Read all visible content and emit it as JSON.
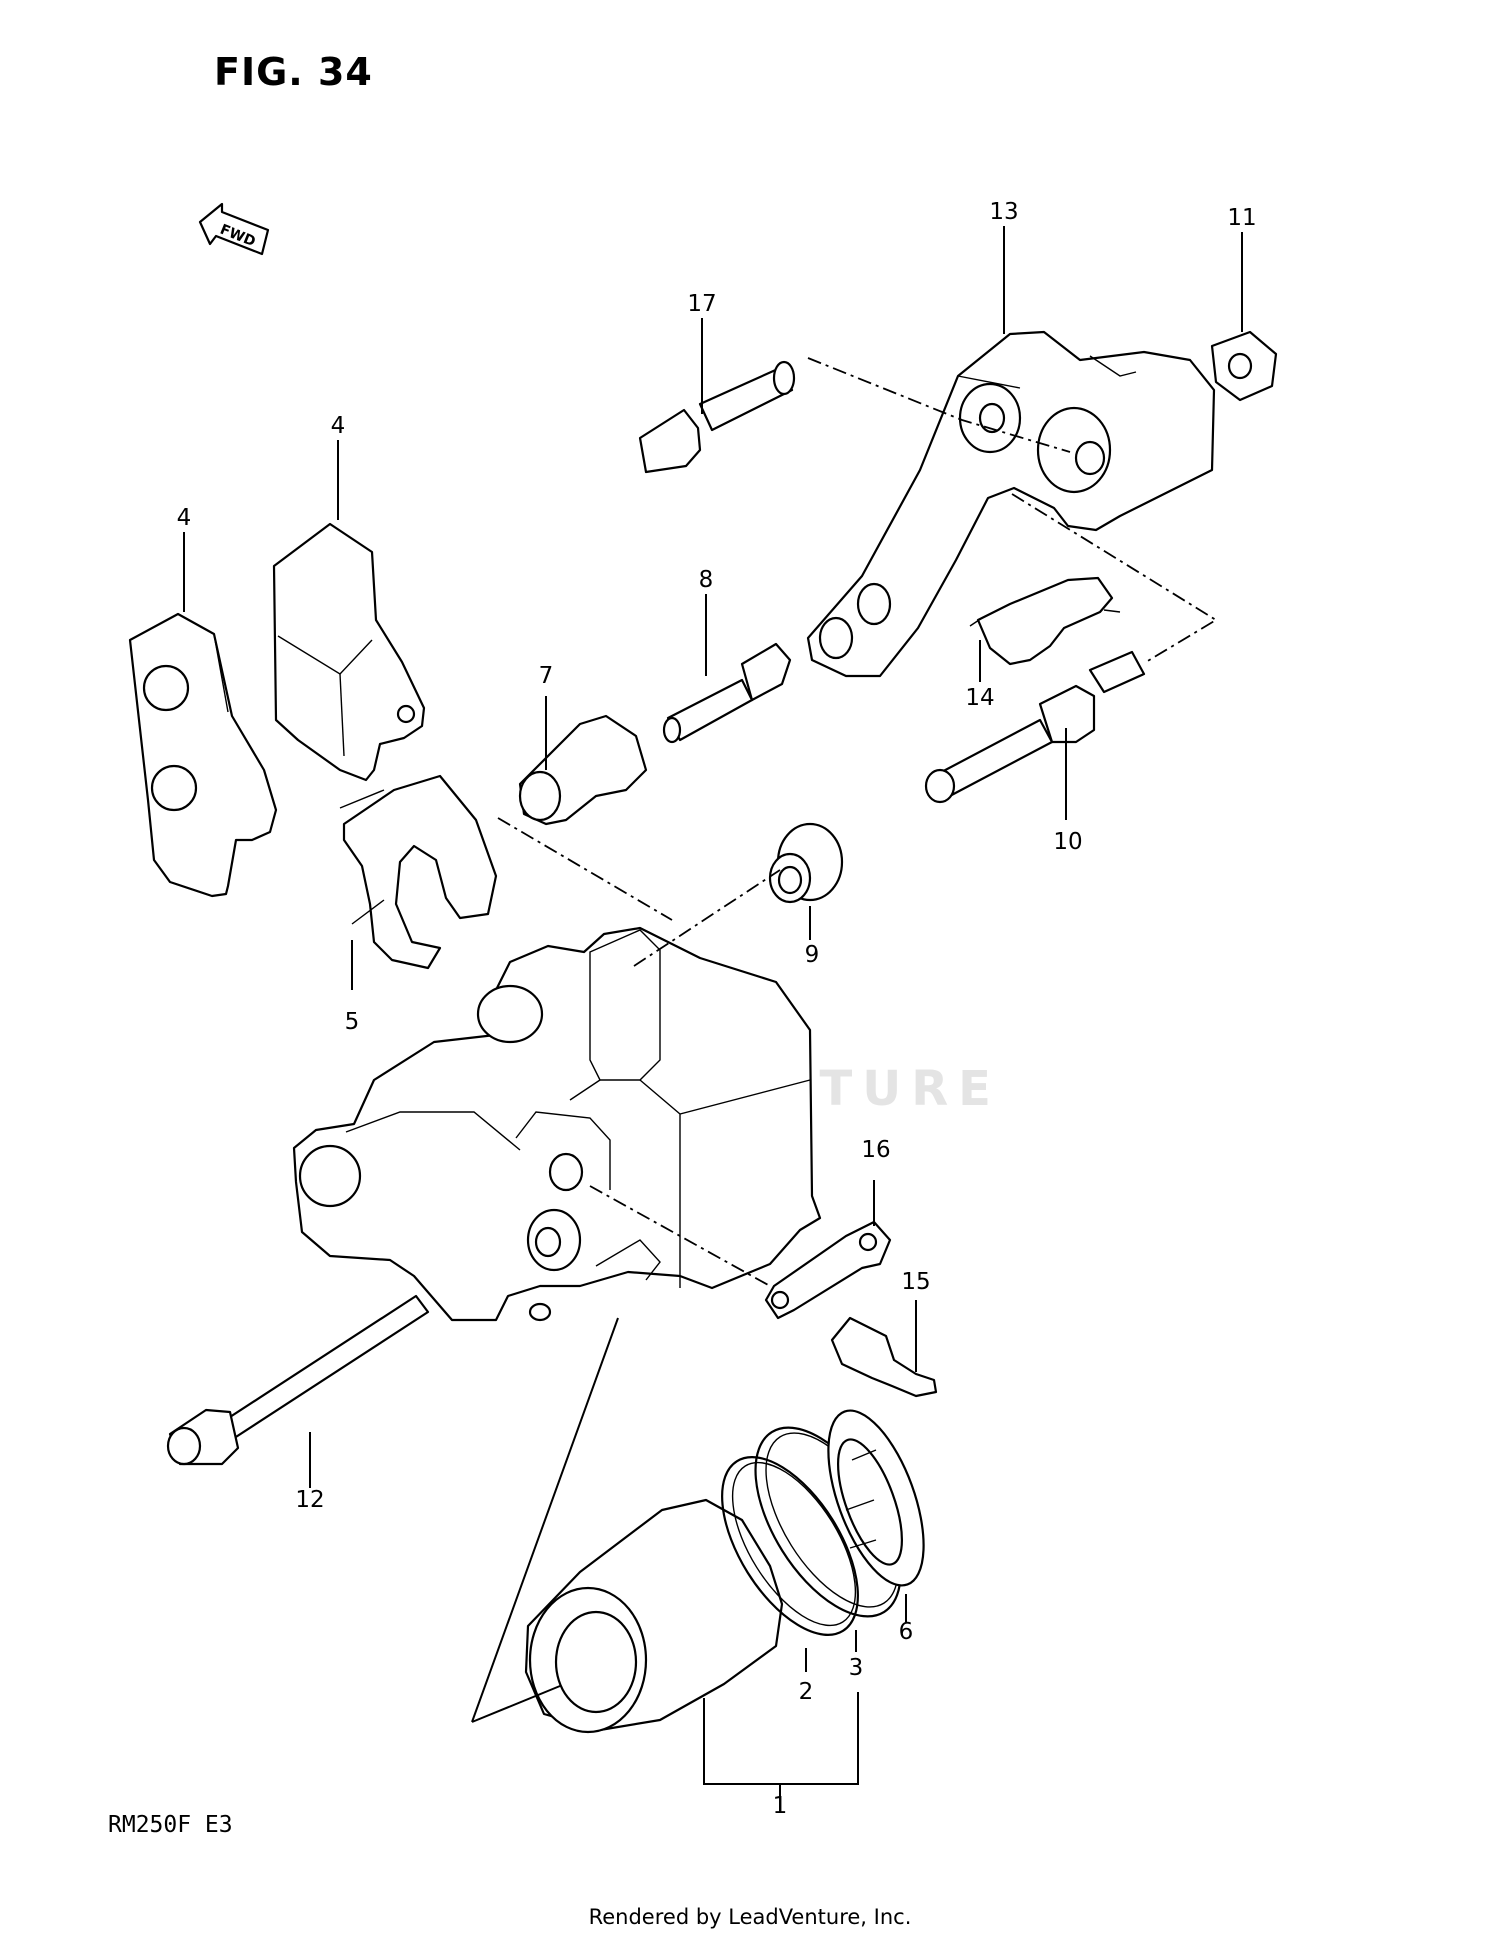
{
  "figure": {
    "title": "FIG. 34",
    "model_code": "RM250F  E3",
    "footer": "Rendered by LeadVenture, Inc.",
    "watermark": "LEADVENTURE",
    "direction_label": "FWD"
  },
  "callouts": {
    "p1": "1",
    "p2": "2",
    "p3": "3",
    "p4a": "4",
    "p4b": "4",
    "p5": "5",
    "p6": "6",
    "p7": "7",
    "p8": "8",
    "p9": "9",
    "p10": "10",
    "p11": "11",
    "p12": "12",
    "p13": "13",
    "p14": "14",
    "p15": "15",
    "p16": "16",
    "p17": "17"
  },
  "colors": {
    "ink": "#000000",
    "paper": "#ffffff",
    "watermark": "#e4e4e4"
  }
}
